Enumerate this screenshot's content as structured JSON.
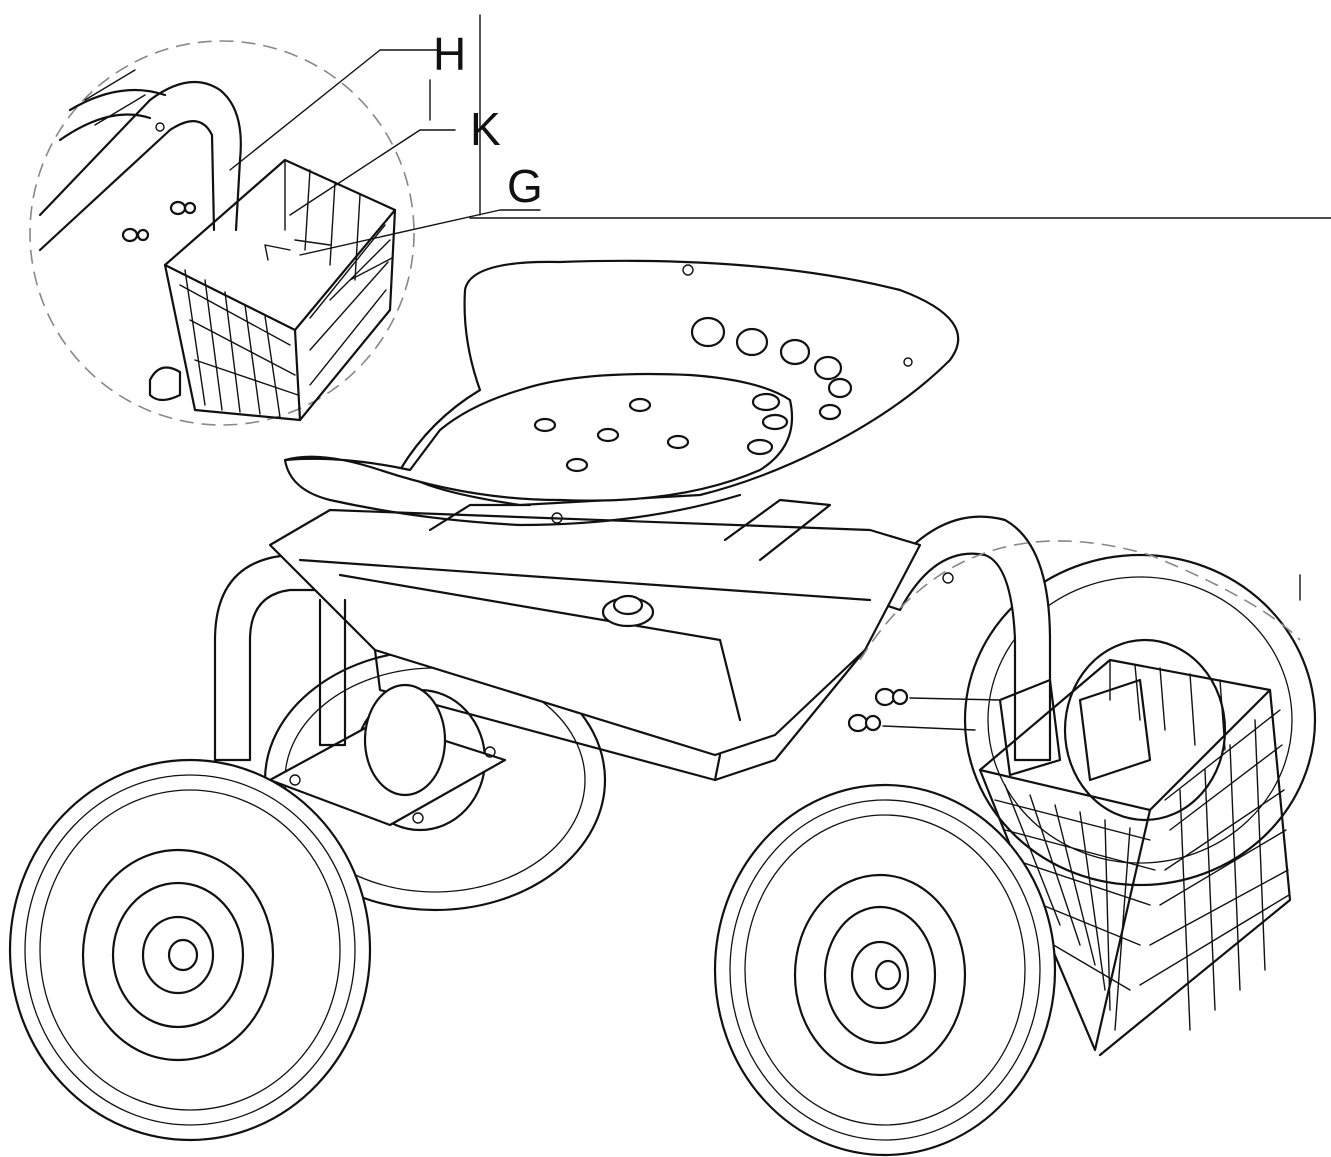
{
  "callouts": [
    {
      "id": "H",
      "label": "H"
    },
    {
      "id": "K",
      "label": "K"
    },
    {
      "id": "G",
      "label": "G"
    }
  ],
  "colors": {
    "line": "#111111",
    "detail_circle": "#888888",
    "background": "#ffffff"
  },
  "icons": [
    "rolling-garden-seat-cart",
    "tractor-seat",
    "pneumatic-wheel",
    "wire-basket",
    "bolt-nut"
  ]
}
